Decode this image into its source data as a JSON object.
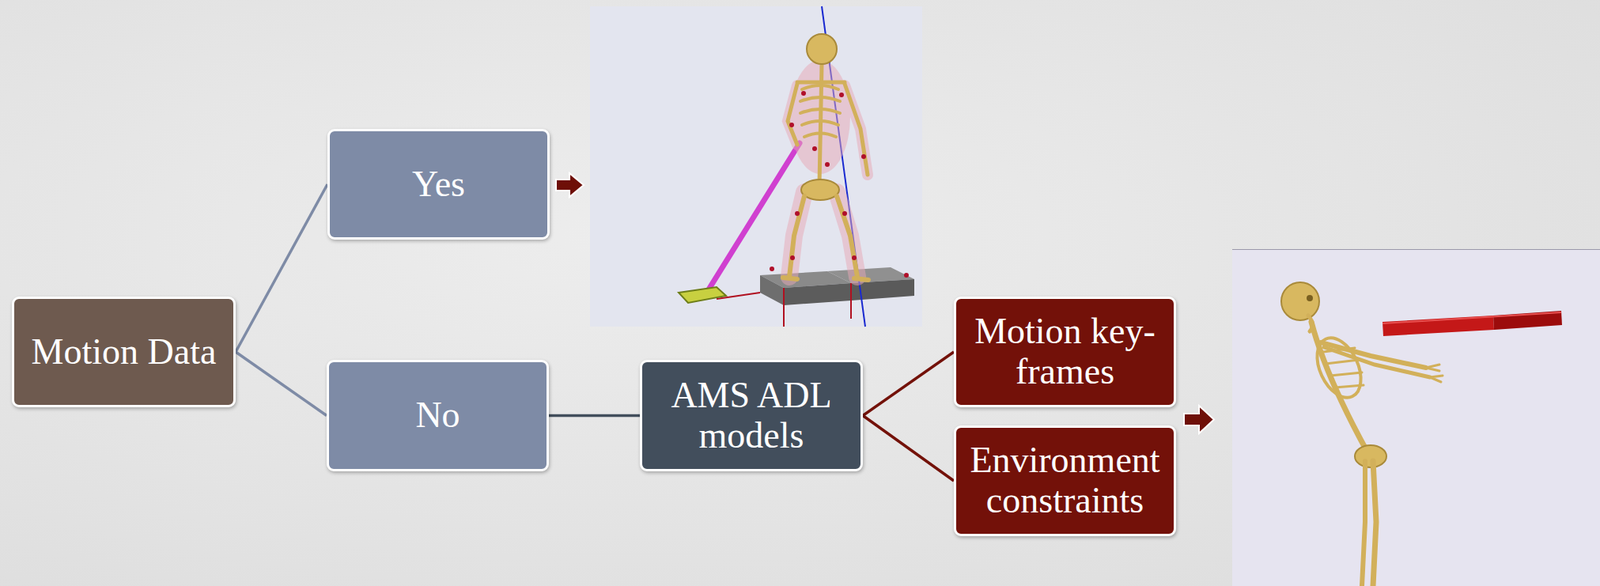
{
  "diagram": {
    "nodes": [
      {
        "text": [
          "Motion Data"
        ]
      },
      {
        "text": [
          "Yes"
        ]
      },
      {
        "text": [
          "No"
        ]
      },
      {
        "text": [
          "AMS ADL models"
        ]
      },
      {
        "text": [
          "Motion key-frames"
        ]
      },
      {
        "text": [
          "Environment constraints"
        ]
      }
    ],
    "edges": [
      {
        "from": 0,
        "to": 1,
        "arrow": "none"
      },
      {
        "from": 0,
        "to": 2,
        "arrow": "none"
      },
      {
        "from": 2,
        "to": 3,
        "arrow": "none"
      },
      {
        "from": 3,
        "to": 4,
        "arrow": "none"
      },
      {
        "from": 3,
        "to": 5,
        "arrow": "none"
      }
    ]
  }
}
